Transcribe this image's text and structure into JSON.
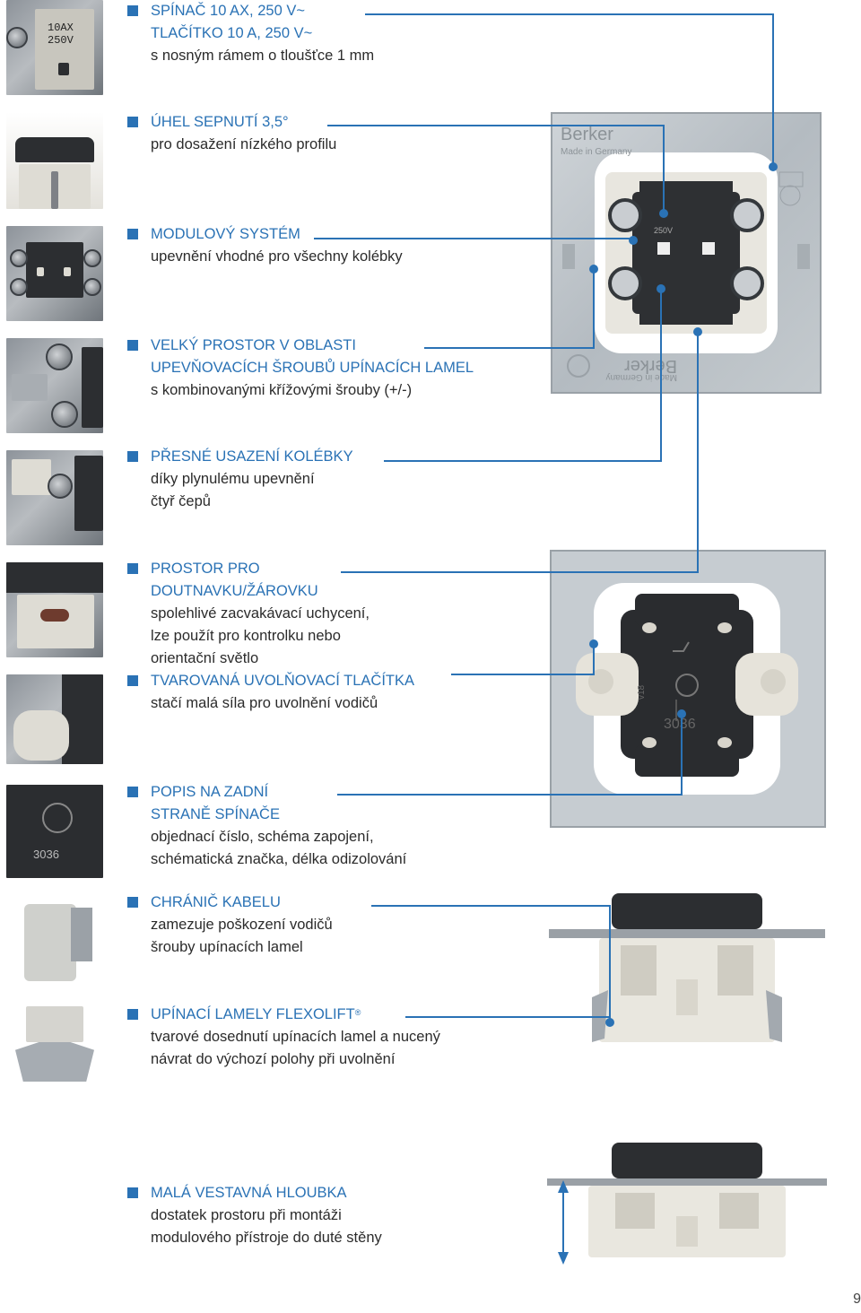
{
  "features": [
    {
      "title": [
        "SPÍNAČ 10 AX, 250 V~",
        "TLAČÍTKO 10 A, 250 V~"
      ],
      "desc": [
        "s nosným rámem o tloušťce 1 mm"
      ]
    },
    {
      "title": [
        "ÚHEL SEPNUTÍ 3,5°"
      ],
      "desc": [
        "pro dosažení nízkého profilu"
      ]
    },
    {
      "title": [
        "MODULOVÝ SYSTÉM"
      ],
      "desc": [
        "upevnění vhodné pro všechny kolébky"
      ]
    },
    {
      "title": [
        "VELKÝ PROSTOR V OBLASTI",
        "UPEVŇOVACÍCH ŠROUBŮ UPÍNACÍCH LAMEL"
      ],
      "desc": [
        "s kombinovanými křížovými šrouby (+/-)"
      ]
    },
    {
      "title": [
        "PŘESNÉ USAZENÍ KOLÉBKY"
      ],
      "desc": [
        "díky plynulému upevnění",
        "čtyř čepů"
      ]
    },
    {
      "title": [
        "PROSTOR PRO",
        "DOUTNAVKU/ŽÁROVKU"
      ],
      "desc": [
        "spolehlivé zacvakávací uchycení,",
        "lze použít pro kontrolku nebo",
        "orientační světlo"
      ]
    },
    {
      "title": [
        "TVAROVANÁ UVOLŇOVACÍ TLAČÍTKA"
      ],
      "desc": [
        "stačí malá síla pro uvolnění vodičů"
      ]
    },
    {
      "title": [
        "POPIS NA ZADNÍ",
        "STRANĚ SPÍNAČE"
      ],
      "desc": [
        "objednací číslo, schéma zapojení,",
        "schématická značka, délka odizolování"
      ]
    },
    {
      "title": [
        "CHRÁNIČ KABELU"
      ],
      "desc": [
        "zamezuje poškození vodičů",
        "šrouby upínacích lamel"
      ]
    },
    {
      "title": [
        "UPÍNACÍ LAMELY FLEXOLIFT"
      ],
      "desc": [
        "tvarové dosednutí upínacích lamel a nucený",
        "návrat do výchozí polohy při uvolnění"
      ],
      "title_sup": "®"
    },
    {
      "title": [
        "MALÁ VESTAVNÁ HLOUBKA"
      ],
      "desc": [
        "dostatek prostoru při montáži",
        "modulového přístroje do duté stěny"
      ]
    }
  ],
  "thumb_text": {
    "rating_1": "10AX",
    "rating_2": "250V",
    "code": "3036"
  },
  "photo_text": {
    "brand_top": "Berker",
    "made_top": "Made in Germany",
    "rating": "250V",
    "made_bottom": "Made in Germany",
    "brand_bottom": "Berker",
    "switch_code": "3036",
    "switch_side": "v18"
  },
  "page_number": "9",
  "colors": {
    "accent": "#2a72b5",
    "text": "#2b2b2b"
  }
}
